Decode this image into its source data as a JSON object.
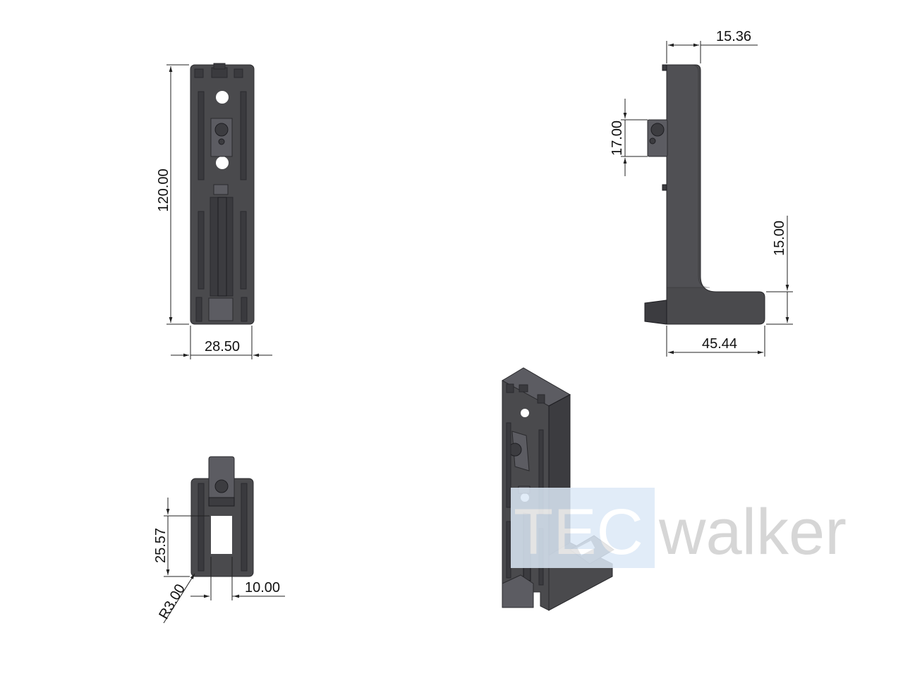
{
  "dimensions": {
    "front_height": "120.00",
    "front_width": "28.50",
    "side_top_offset": "15.36",
    "side_slot_height": "17.00",
    "side_foot_height": "15.00",
    "side_depth": "45.44",
    "bottom_slot_height": "25.57",
    "bottom_radius": "R3.00",
    "bottom_slot_width": "10.00"
  },
  "watermark": {
    "part1": "TEC",
    "part2": "walker"
  },
  "colors": {
    "part": "#4a4a4d",
    "watermark_box": "#dce9f7",
    "watermark_text": "#d0d0d0"
  }
}
